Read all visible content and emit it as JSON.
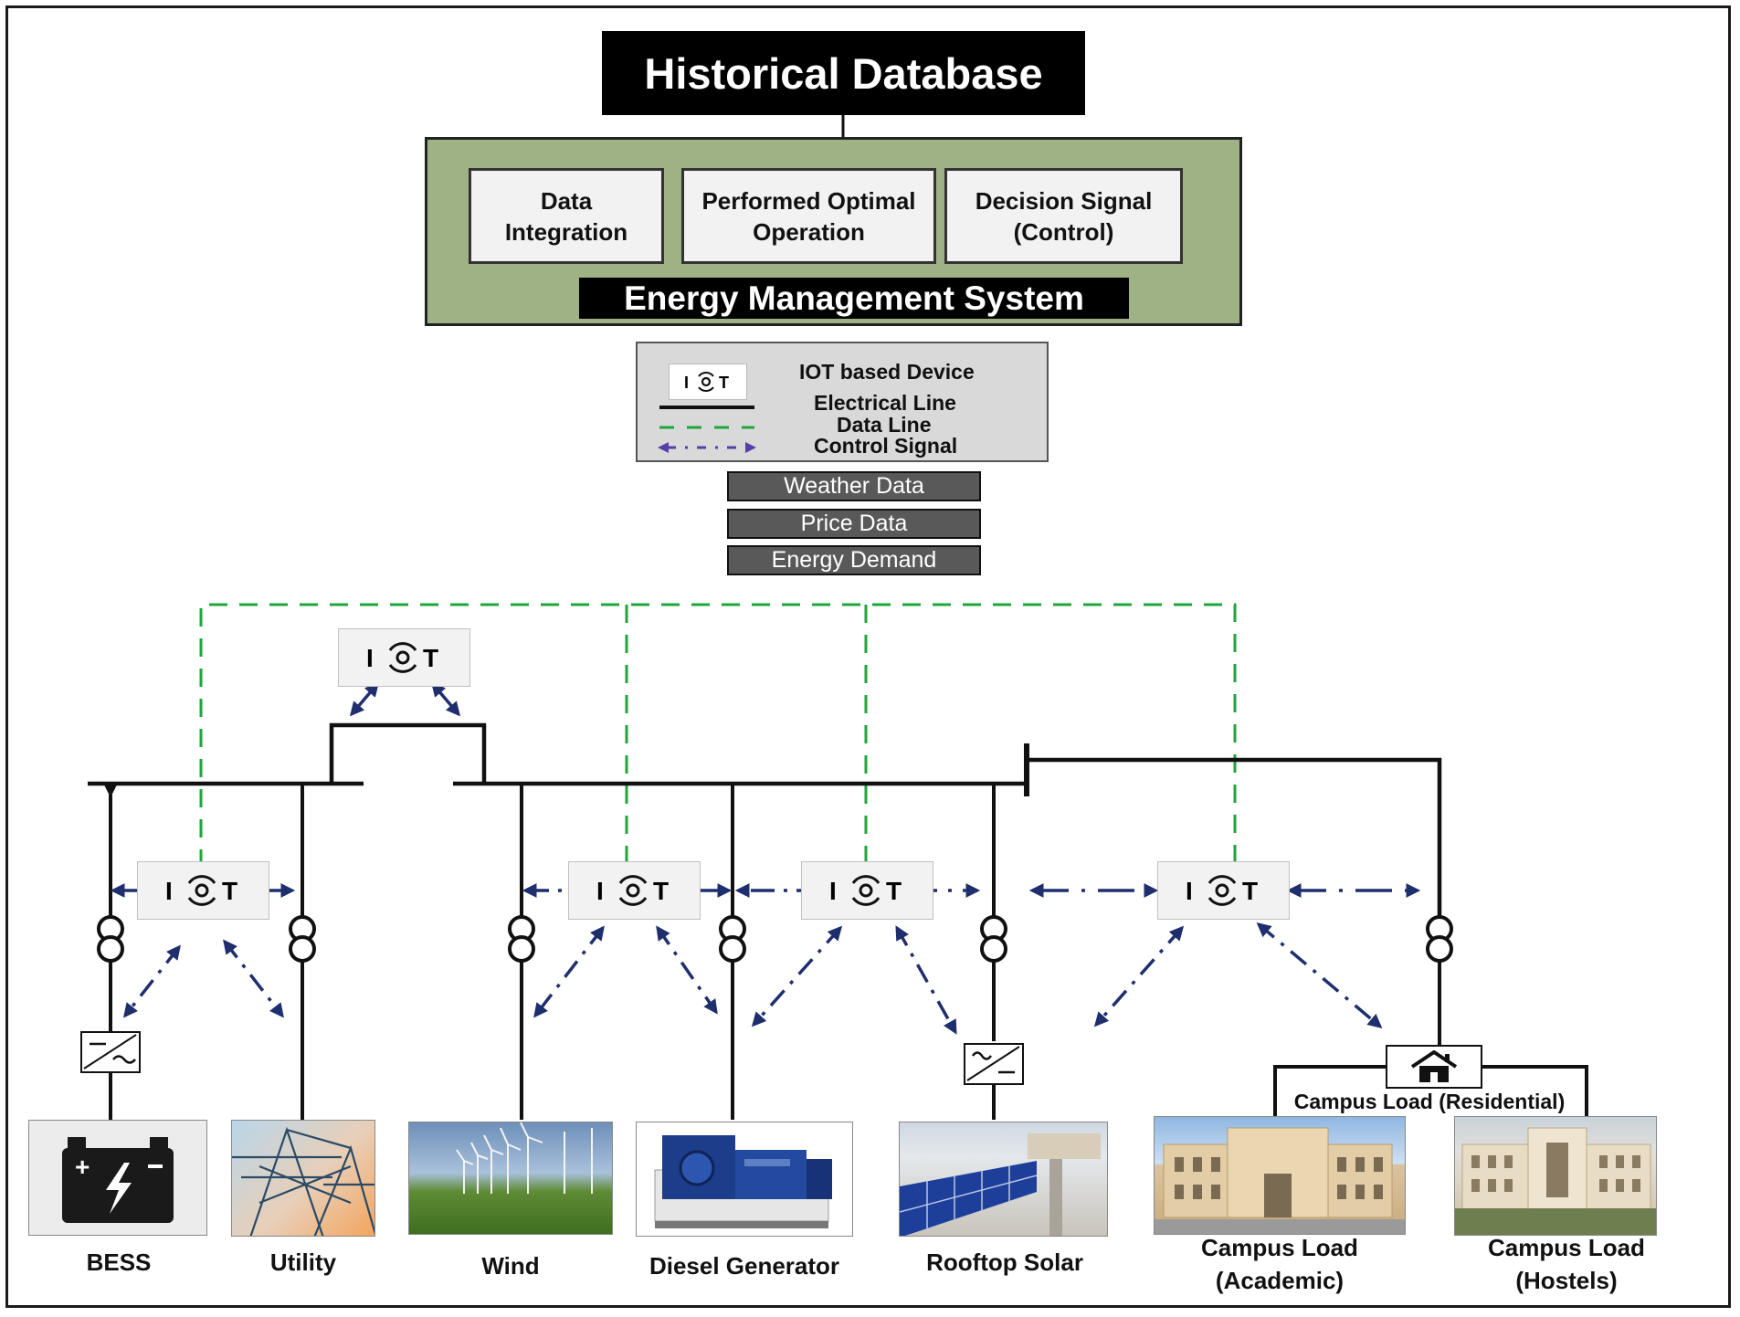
{
  "historical_database": {
    "title": "Historical Database"
  },
  "ems": {
    "title": "Energy Management System",
    "functions": [
      {
        "label": "Data\nIntegration"
      },
      {
        "label": "Performed Optimal\nOperation"
      },
      {
        "label": "Decision Signal\n(Control)"
      }
    ]
  },
  "legend": {
    "iot_device": "IOT based Device",
    "electrical_line": "Electrical Line",
    "data_line": "Data Line",
    "control_signal": "Control Signal"
  },
  "data_inputs": [
    "Weather Data",
    "Price Data",
    "Energy Demand"
  ],
  "iot_icon_text": "IOT",
  "sources": [
    {
      "label": "BESS"
    },
    {
      "label": "Utility"
    },
    {
      "label": "Wind"
    },
    {
      "label": "Diesel Generator"
    },
    {
      "label": "Rooftop Solar"
    }
  ],
  "loads": {
    "residential": "Campus Load (Residential)",
    "academic": "Campus Load\n(Academic)",
    "hostels": "Campus Load\n(Hostels)"
  },
  "colors": {
    "data_line": "#1fa53a",
    "control_signal": "#1f2f6e",
    "ems_background": "#9fb286",
    "data_input_bar": "#595959"
  }
}
